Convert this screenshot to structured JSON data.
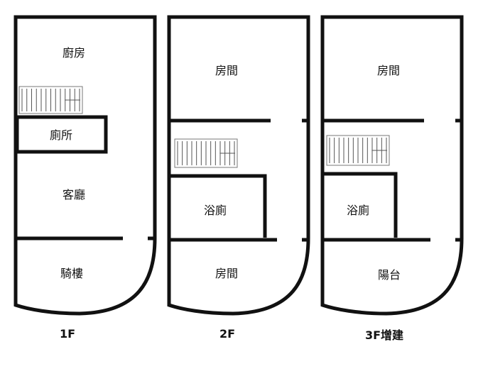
{
  "floors": [
    {
      "label": "1F",
      "rooms": [
        "廚房",
        "廁所",
        "客廳",
        "騎樓"
      ]
    },
    {
      "label": "2F",
      "rooms": [
        "房間",
        "浴廁",
        "房間"
      ]
    },
    {
      "label": "3F增建",
      "rooms": [
        "房間",
        "浴廁",
        "陽台"
      ]
    }
  ]
}
